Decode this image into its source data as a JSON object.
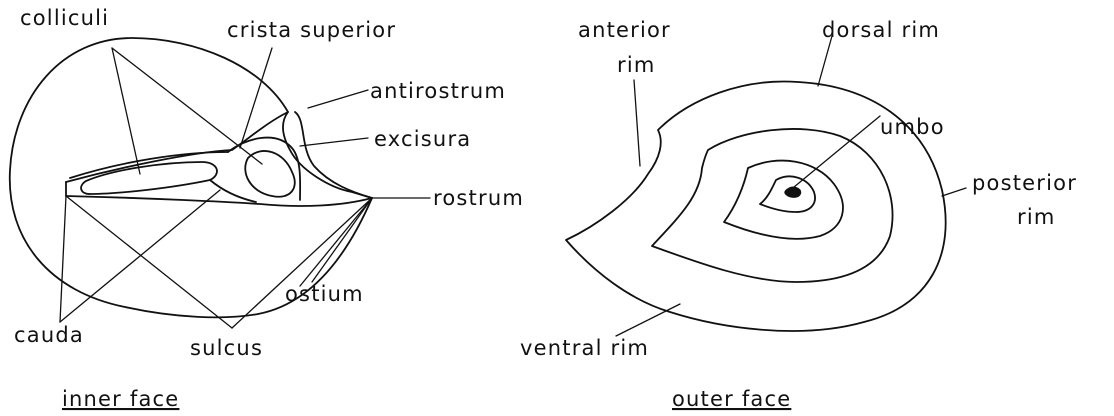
{
  "inner_face": {
    "caption": "inner face",
    "labels": {
      "colliculi": "colliculi",
      "crista_superior": "crista superior",
      "antirostrum": "antirostrum",
      "excisura": "excisura",
      "rostrum": "rostrum",
      "ostium": "ostium",
      "cauda": "cauda",
      "sulcus": "sulcus"
    }
  },
  "outer_face": {
    "caption": "outer face",
    "labels": {
      "anterior_rim_line1": "anterior",
      "anterior_rim_line2": "rim",
      "dorsal_rim": "dorsal rim",
      "umbo": "umbo",
      "posterior_rim_line1": "posterior",
      "posterior_rim_line2": "rim",
      "ventral_rim": "ventral rim"
    }
  },
  "colors": {
    "ink": "#111111",
    "background": "#ffffff"
  }
}
